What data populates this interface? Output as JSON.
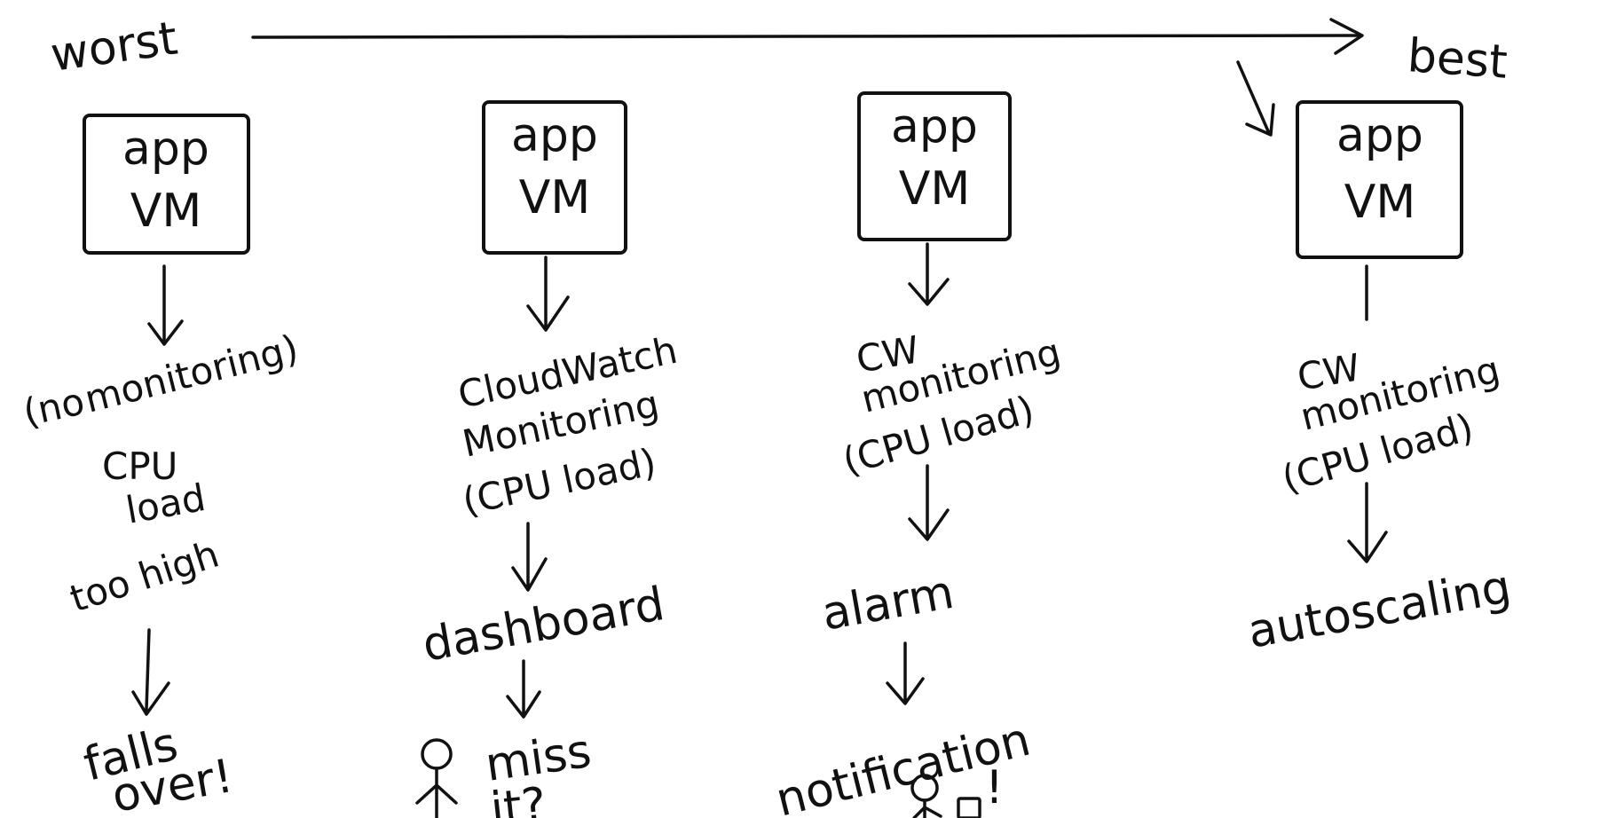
{
  "scale": {
    "worst_label": "worst",
    "best_label": "best"
  },
  "columns": [
    {
      "box_line1": "app",
      "box_line2": "VM",
      "steps": [
        [
          "(no",
          "monitoring)",
          "CPU",
          "load",
          "too high"
        ],
        [
          "falls",
          "over!"
        ]
      ]
    },
    {
      "box_line1": "app",
      "box_line2": "VM",
      "steps": [
        [
          "CloudWatch",
          "Monitoring",
          "(CPU load)"
        ],
        [
          "dashboard"
        ],
        [
          "miss",
          "it?"
        ]
      ]
    },
    {
      "box_line1": "app",
      "box_line2": "VM",
      "steps": [
        [
          "CW",
          "monitoring",
          "(CPU load)"
        ],
        [
          "alarm"
        ],
        [
          "notification",
          "!"
        ]
      ]
    },
    {
      "box_line1": "app",
      "box_line2": "VM",
      "steps": [
        [
          "CW",
          "monitoring",
          "(CPU load)"
        ],
        [
          "autoscaling"
        ]
      ]
    }
  ]
}
